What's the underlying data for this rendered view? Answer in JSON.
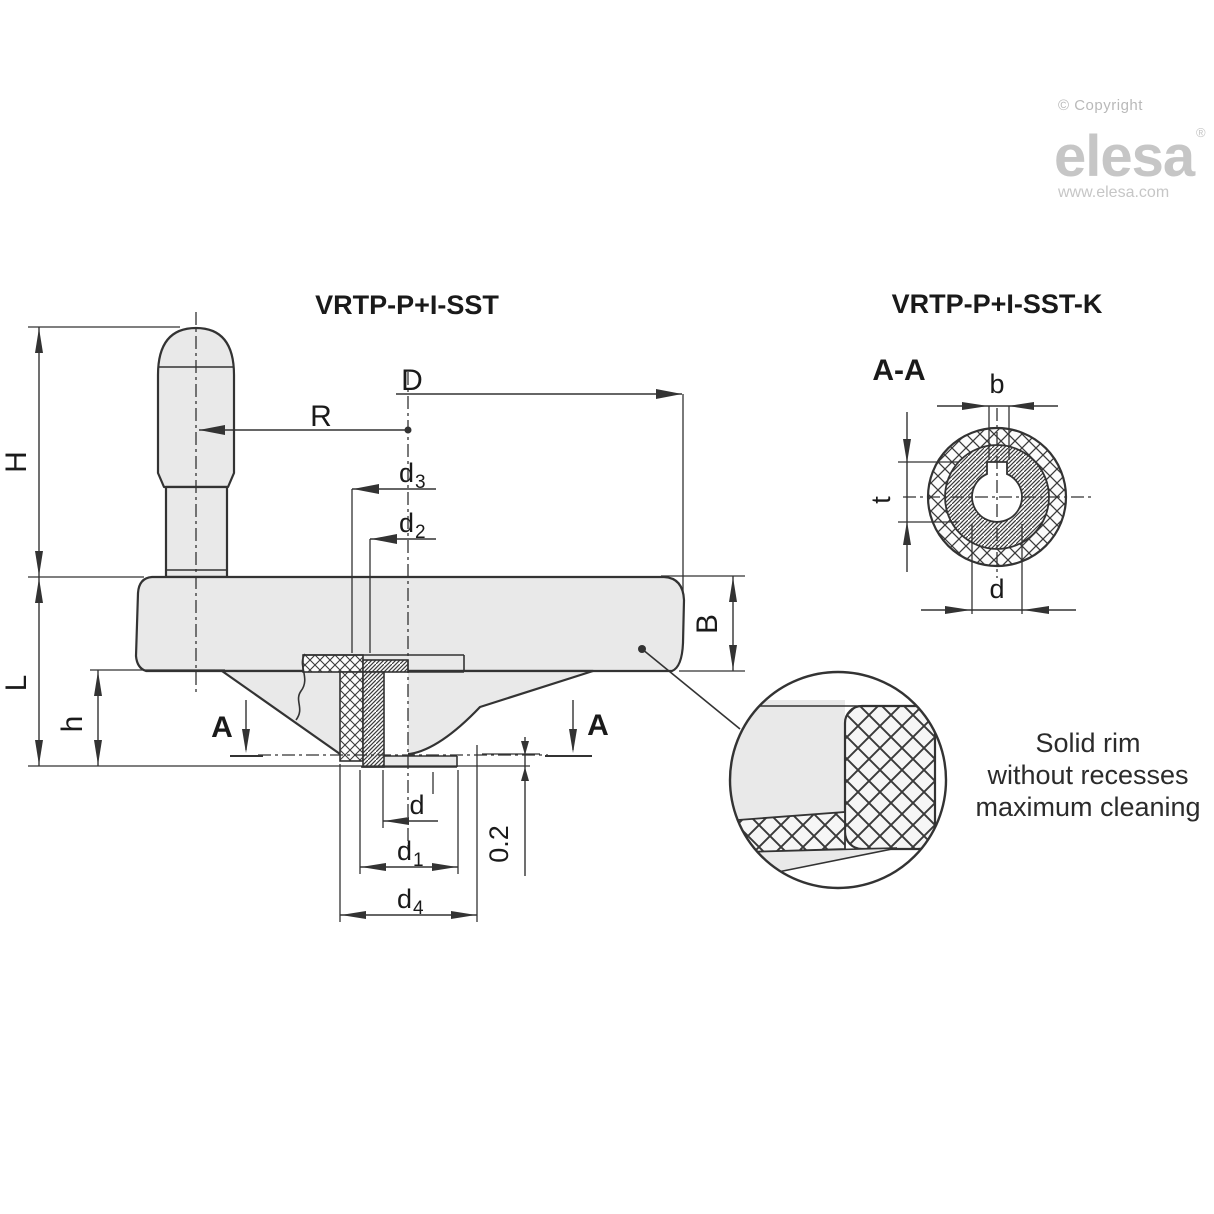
{
  "branding": {
    "copyright": "© Copyright",
    "logo": "elesa",
    "registered": "®",
    "website": "www.elesa.com"
  },
  "main_view": {
    "title": "VRTP-P+I-SST",
    "dims": {
      "H": "H",
      "L": "L",
      "h": "h",
      "R": "R",
      "D": "D",
      "B": "B",
      "A": "A",
      "gap": "0.2",
      "d": "d",
      "sub1": "1",
      "sub2": "2",
      "sub3": "3",
      "sub4": "4"
    }
  },
  "section_view": {
    "title": "VRTP-P+I-SST-K",
    "cut_label": "A-A",
    "dims": {
      "b": "b",
      "t": "t",
      "d": "d"
    }
  },
  "detail_view": {
    "note_line1": "Solid rim",
    "note_line2": "without recesses",
    "note_line3": "maximum cleaning"
  },
  "colors": {
    "line": "#333333",
    "part_fill": "#e9e9e9",
    "hatch_bg": "#fcfcfc",
    "logo_gray": "#c6c6c6",
    "copyright_gray": "#b9b9b9",
    "text": "#1a1a1a",
    "background": "#ffffff"
  }
}
